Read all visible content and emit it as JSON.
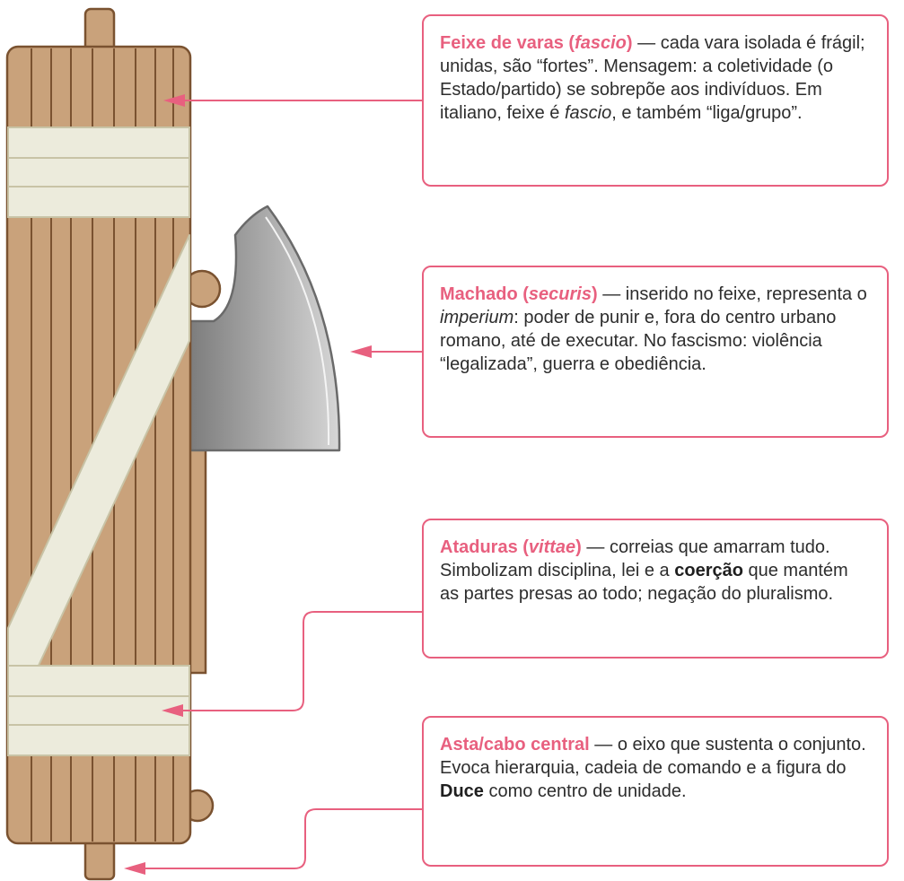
{
  "colors": {
    "accent": "#e8607f",
    "wood": "#c9a27b",
    "wood_line": "#7a5230",
    "strap": "#ecebdc",
    "axe_dark": "#7d7d7d",
    "axe_light": "#d6d6d6"
  },
  "annotations": [
    {
      "id": "fascio",
      "title_pre": "Feixe de varas (",
      "title_em": "fascio",
      "title_post": ")",
      "text_1": " — cada vara isolada é frágil; unidas, são “fortes”. Mensagem: a coletividade (o Estado/partido) se sobrepõe aos indivíduos. Em italiano, feixe é ",
      "em_1": "fascio",
      "text_2": ", e também “liga/grupo”."
    },
    {
      "id": "securis",
      "title_pre": "Machado (",
      "title_em": "securis",
      "title_post": ")",
      "text_1": " — inserido no feixe, representa o ",
      "em_1": "imperium",
      "text_2": ": poder de punir e, fora do centro urbano romano, até de executar. No fascismo: violência “legalizada”, guerra e obediência."
    },
    {
      "id": "vittae",
      "title_pre": "Ataduras (",
      "title_em": "vittae",
      "title_post": ")",
      "text_1": " — correias que amarram tudo. Simbolizam disciplina, lei e a ",
      "bold_1": "coerção",
      "text_2": " que mantém as partes presas ao todo; negação do pluralismo."
    },
    {
      "id": "asta",
      "title": "Asta/cabo central",
      "text_1": " — o eixo que sustenta o conjunto. Evoca hierarquia, cadeia de comando e a figura do ",
      "bold_1": "Duce",
      "text_2": " como centro de unidade."
    }
  ]
}
